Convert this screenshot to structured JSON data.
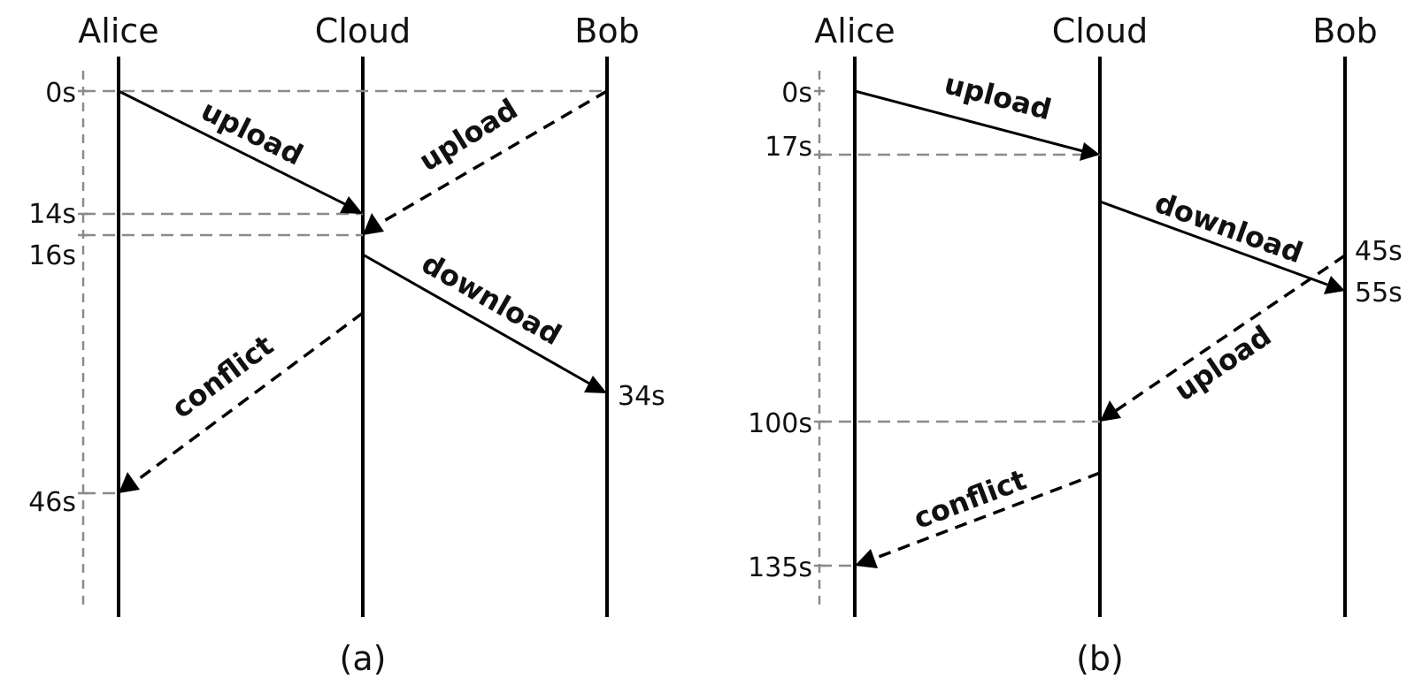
{
  "diagrams": [
    {
      "caption": "(a)",
      "actors": [
        "Alice",
        "Cloud",
        "Bob"
      ],
      "time_labels": [
        "0s",
        "14s",
        "16s",
        "46s",
        "34s"
      ],
      "messages": [
        {
          "label": "upload",
          "from": "Alice",
          "to": "Cloud",
          "style": "solid",
          "start": "0s",
          "end": "14s"
        },
        {
          "label": "upload",
          "from": "Bob",
          "to": "Cloud",
          "style": "dashed",
          "start": "0s",
          "end": "16s"
        },
        {
          "label": "download",
          "from": "Cloud",
          "to": "Bob",
          "style": "solid",
          "start": "16s",
          "end": "34s"
        },
        {
          "label": "conflict",
          "from": "Cloud",
          "to": "Alice",
          "style": "dashed",
          "end": "46s"
        }
      ]
    },
    {
      "caption": "(b)",
      "actors": [
        "Alice",
        "Cloud",
        "Bob"
      ],
      "time_labels": [
        "0s",
        "17s",
        "100s",
        "135s",
        "45s",
        "55s"
      ],
      "messages": [
        {
          "label": "upload",
          "from": "Alice",
          "to": "Cloud",
          "style": "solid",
          "start": "0s",
          "end": "17s"
        },
        {
          "label": "download",
          "from": "Cloud",
          "to": "Bob",
          "style": "solid",
          "end": "55s"
        },
        {
          "label": "upload",
          "from": "Bob",
          "to": "Cloud",
          "style": "dashed",
          "start": "45s",
          "end": "100s"
        },
        {
          "label": "conflict",
          "from": "Cloud",
          "to": "Alice",
          "style": "dashed",
          "end": "135s"
        }
      ]
    }
  ],
  "colors": {
    "lines": "#000000",
    "guides": "#8a8a8a",
    "text": "#111111"
  }
}
